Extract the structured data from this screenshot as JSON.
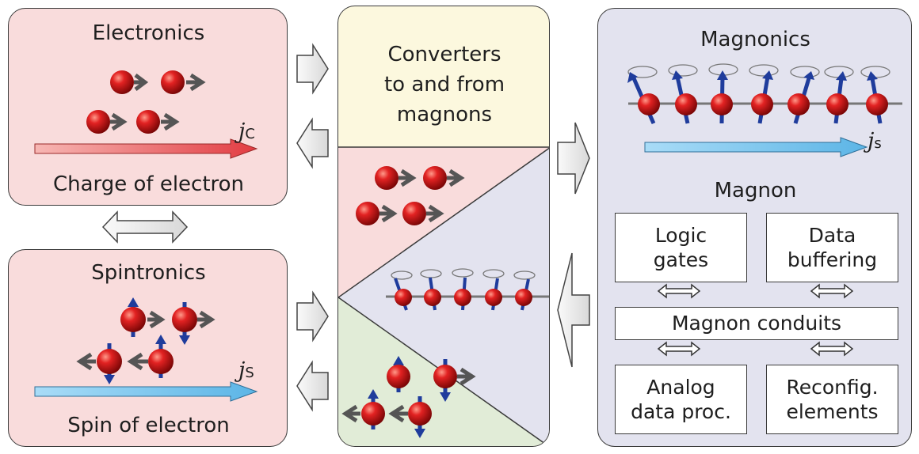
{
  "electronics": {
    "title": "Electronics",
    "current_symbol": "j",
    "current_subscript": "C",
    "caption": "Charge of electron"
  },
  "spintronics": {
    "title": "Spintronics",
    "current_symbol": "j",
    "current_subscript": "S",
    "caption": "Spin of electron"
  },
  "converters": {
    "title_line1": "Converters",
    "title_line2": "to and from",
    "title_line3": "magnons"
  },
  "magnonics": {
    "title": "Magnonics",
    "current_symbol": "j",
    "current_subscript": "s",
    "subtitle": "Magnon"
  },
  "magnon_blocks": {
    "logic_gates": "Logic\ngates",
    "data_buffering": "Data\nbuffering",
    "conduits": "Magnon conduits",
    "analog": "Analog\ndata proc.",
    "reconfig": "Reconfig.\nelements"
  },
  "colors": {
    "pink_panel": "#f9dcdc",
    "yellow_panel": "#fcf8de",
    "lavender_panel": "#e3e3ef",
    "green_panel": "#e1ecd7",
    "charge_arrow": "#e85a5e",
    "spin_arrow": "#7fc4ea",
    "electron": "#d41a1a",
    "spin_vector": "#1f3c9c"
  }
}
